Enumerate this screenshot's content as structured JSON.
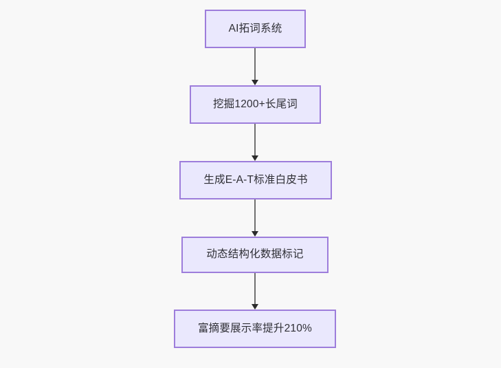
{
  "diagram": {
    "type": "flowchart",
    "orientation": "top-to-bottom",
    "background_color": "#f8f8f8",
    "node_fill_color": "#eae8fd",
    "node_border_color": "#9d7ddb",
    "node_text_color": "#2f2f35",
    "edge_color": "#707070",
    "arrowhead_color": "#2b2b2b",
    "nodes": [
      {
        "id": "n1",
        "label": "AI拓词系统"
      },
      {
        "id": "n2",
        "label": "挖掘1200+长尾词"
      },
      {
        "id": "n3",
        "label": "生成E-A-T标准白皮书"
      },
      {
        "id": "n4",
        "label": "动态结构化数据标记"
      },
      {
        "id": "n5",
        "label": "富摘要展示率提升210%"
      }
    ],
    "edges": [
      {
        "from": "n1",
        "to": "n2",
        "label": ""
      },
      {
        "from": "n2",
        "to": "n3",
        "label": ""
      },
      {
        "from": "n3",
        "to": "n4",
        "label": ""
      },
      {
        "from": "n4",
        "to": "n5",
        "label": ""
      }
    ]
  }
}
